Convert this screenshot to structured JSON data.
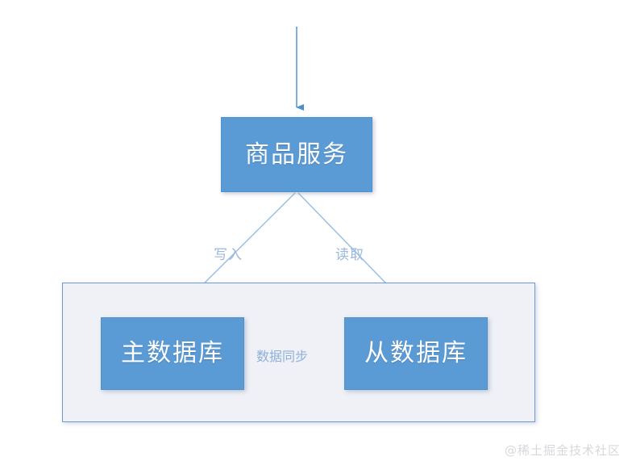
{
  "diagram": {
    "type": "flow-diagram",
    "background_color": "#ffffff",
    "accent_color": "#5b9bd5",
    "nodes": [
      {
        "id": "service",
        "label": "商品服务",
        "fill": "#5b9bd5",
        "text_color": "#ffffff"
      },
      {
        "id": "primary_db",
        "label": "主数据库",
        "fill": "#5b9bd5",
        "text_color": "#ffffff"
      },
      {
        "id": "replica_db",
        "label": "从数据库",
        "fill": "#5b9bd5",
        "text_color": "#ffffff"
      }
    ],
    "group_container": {
      "id": "db_group",
      "fill": "#eff1f7",
      "border_color": "#6f9ad0"
    },
    "edges": [
      {
        "id": "inbound",
        "from": "",
        "to": "service",
        "label": "",
        "style": "solid-arrow"
      },
      {
        "id": "write",
        "from": "service",
        "to": "primary_db",
        "label": "写入",
        "style": "solid-arrow"
      },
      {
        "id": "read",
        "from": "service",
        "to": "replica_db",
        "label": "读取",
        "style": "solid-arrow"
      },
      {
        "id": "sync",
        "from": "primary_db",
        "to": "replica_db",
        "label": "数据同步",
        "style": "plain-line"
      }
    ],
    "edge_label_color": "#9cb8dd"
  },
  "watermark": {
    "text": "@稀土掘金技术社区"
  }
}
